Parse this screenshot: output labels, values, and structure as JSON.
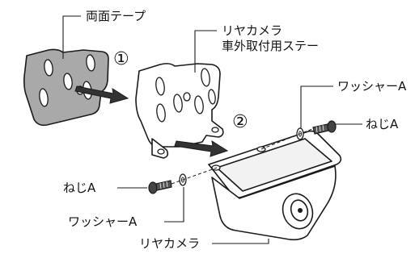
{
  "labels": {
    "double_sided_tape": "両面テープ",
    "bracket_line1": "リヤカメラ",
    "bracket_line2": "車外取付用ステー",
    "washer_right": "ワッシャーA",
    "screw_right": "ねじA",
    "screw_left": "ねじA",
    "washer_left": "ワッシャーA",
    "rear_camera": "リヤカメラ"
  },
  "steps": {
    "step1": "①",
    "step2": "②"
  },
  "colors": {
    "tape_fill": "#a9a9a9",
    "bracket_fill": "#ffffff",
    "camera_fill": "#ffffff",
    "arrow_fill": "#333333",
    "line": "#1a1a1a"
  }
}
